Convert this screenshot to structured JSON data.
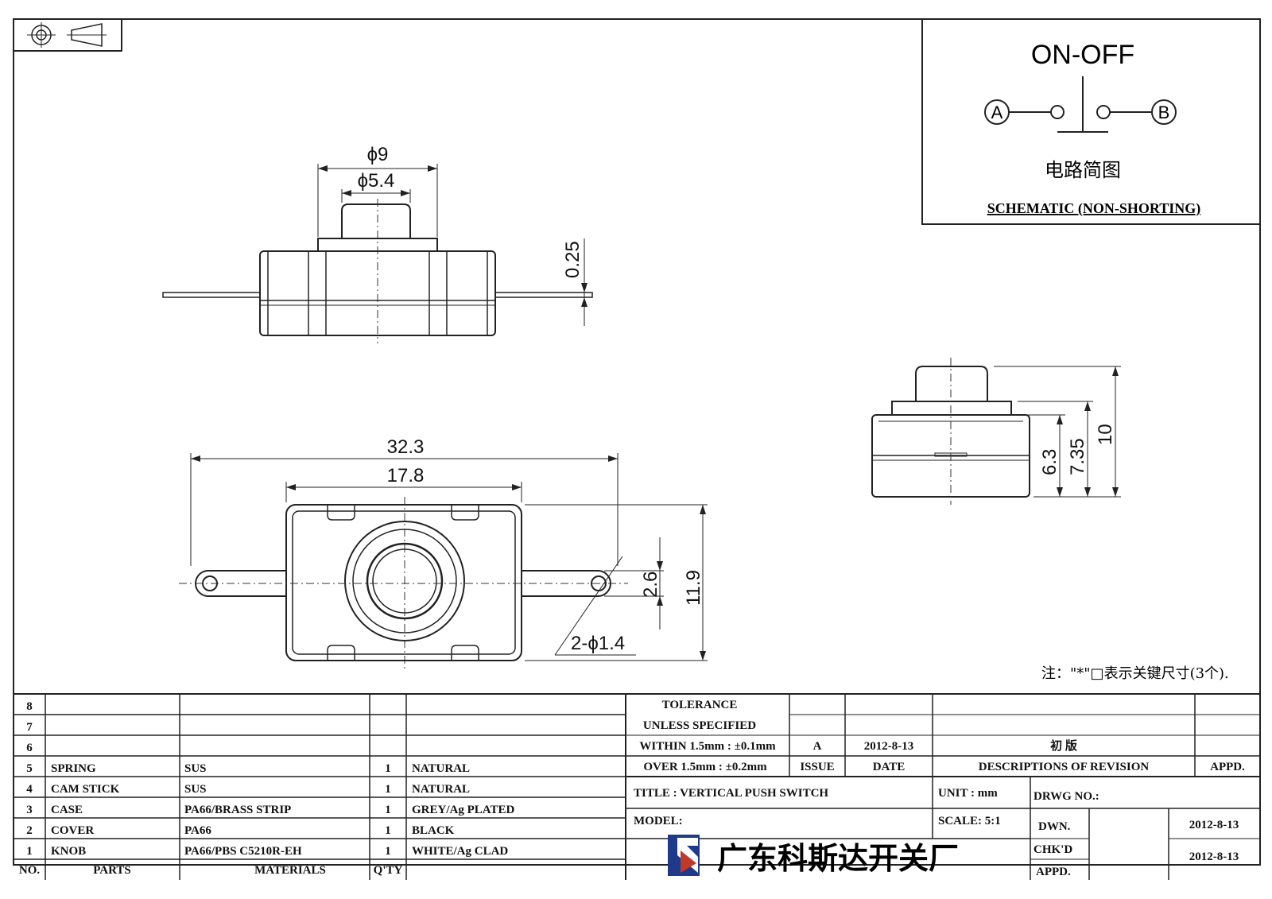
{
  "schematic": {
    "title": "ON-OFF",
    "terminal_a": "A",
    "terminal_b": "B",
    "chinese_caption": "电路简图",
    "caption": "SCHEMATIC (NON-SHORTING)"
  },
  "dimensions": {
    "top_view": {
      "outer_dia": "ϕ9",
      "inner_dia": "ϕ5.4",
      "thickness": "0.25"
    },
    "plan_view": {
      "overall": "32.3",
      "body": "17.8",
      "tab_height": "2.6",
      "height": "11.9",
      "holes": "2-ϕ1.4"
    },
    "side_view": {
      "h1": "6.3",
      "h2": "7.35",
      "h3": "10"
    }
  },
  "note": "注：\"*\"□表示关键尺寸(3个).",
  "bom": {
    "rows": [
      {
        "no": "8",
        "part": "",
        "material": "",
        "qty": "",
        "finish": ""
      },
      {
        "no": "7",
        "part": "",
        "material": "",
        "qty": "",
        "finish": ""
      },
      {
        "no": "6",
        "part": "",
        "material": "",
        "qty": "",
        "finish": ""
      },
      {
        "no": "5",
        "part": "SPRING",
        "material": "SUS",
        "qty": "1",
        "finish": "NATURAL"
      },
      {
        "no": "4",
        "part": "CAM STICK",
        "material": "SUS",
        "qty": "1",
        "finish": "NATURAL"
      },
      {
        "no": "3",
        "part": "CASE",
        "material": "PA66/BRASS STRIP",
        "qty": "1",
        "finish": "GREY/Ag PLATED"
      },
      {
        "no": "2",
        "part": "COVER",
        "material": "PA66",
        "qty": "1",
        "finish": "BLACK"
      },
      {
        "no": "1",
        "part": "KNOB",
        "material": "PA66/PBS C5210R-EH",
        "qty": "1",
        "finish": "WHITE/Ag CLAD"
      }
    ],
    "header": {
      "no": "NO.",
      "parts": "PARTS",
      "materials": "MATERIALS",
      "qty": "Q'TY"
    }
  },
  "tolerance": {
    "line1": "TOLERANCE",
    "line2": "UNLESS  SPECIFIED",
    "line3": "WITHIN 1.5mm : ±0.1mm",
    "line4": "OVER 1.5mm : ±0.2mm"
  },
  "revision": {
    "issue": "A",
    "date": "2012-8-13",
    "desc": "初  版",
    "issue_label": "ISSUE",
    "date_label": "DATE",
    "desc_label": "DESCRIPTIONS OF REVISION",
    "appd_label": "APPD."
  },
  "title_block": {
    "title": "TITLE :  VERTICAL PUSH SWITCH",
    "unit": "UNIT :  mm",
    "drwg": "DRWG NO.:",
    "model": "MODEL:",
    "scale": "SCALE:  5:1",
    "dwn_label": "DWN.",
    "dwn_date": "2012-8-13",
    "chkd_label": "CHK'D",
    "chkd_date": "2012-8-13",
    "appd_label": "APPD.",
    "company": "广东科斯达开关厂"
  },
  "colors": {
    "logo_blue": "#1f3a8a",
    "logo_red": "#c0392b"
  }
}
